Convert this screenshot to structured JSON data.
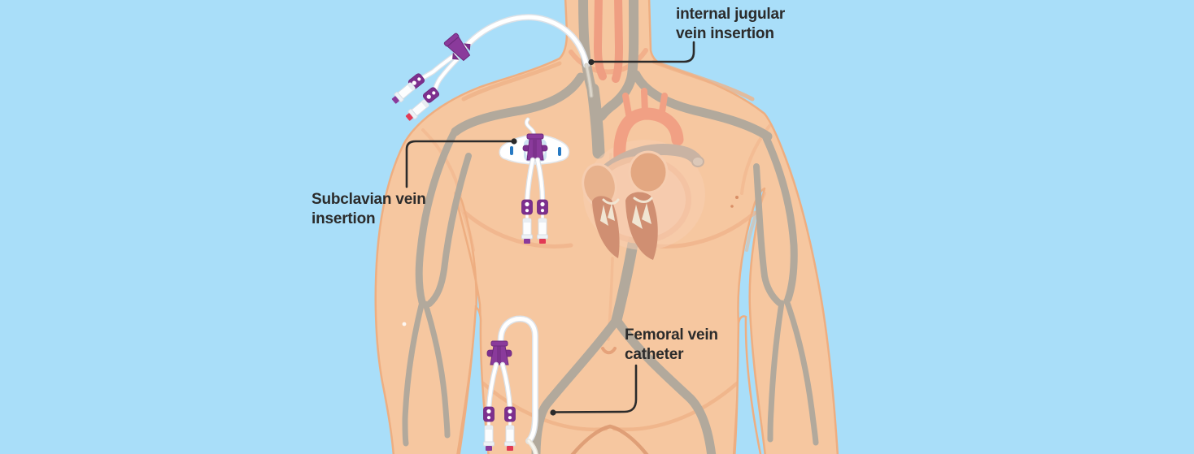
{
  "annotations": {
    "internal_jugular": {
      "line1": "internal jugular",
      "line2": "vein insertion"
    },
    "subclavian": {
      "line1": "Subclavian vein",
      "line2": "insertion"
    },
    "femoral": {
      "line1": "Femoral vein",
      "line2": "catheter"
    }
  },
  "icons": {
    "jugular_catheter": "dual-lumen-central-line-icon",
    "subclavian_catheter": "winged-dressing-central-line-icon",
    "femoral_catheter": "looped-dual-lumen-central-line-icon",
    "heart": "heart-anatomy-icon",
    "veins": "venous-system-icon"
  },
  "colors": {
    "background": "#a9def9",
    "skin": "#f6c7a0",
    "skin_outline": "#eeae81",
    "skin_shading": "#efb187",
    "vein_gray": "#b2a99c",
    "artery_red": "#ef9e82",
    "aorta": "#f1a084",
    "pulmonary_artery": "#c9b3a3",
    "heart_muscle": "#d08f72",
    "heart_atrium": "#e8b28d",
    "chordae_cream": "#f1e5d2",
    "catheter_purple": "#8a3a9b",
    "catheter_purple_dark": "#6d2a7d",
    "clamp_purple": "#7d2f8e",
    "tube_white": "#ffffff",
    "tube_shadow": "#dce1e7",
    "luer_tip_red": "#e23a55",
    "dressing_blue": "#cfe3f2",
    "dressing_mark_blue": "#2779c2",
    "label_text": "#2b2b2b",
    "leader_line": "#2b2b2b"
  }
}
